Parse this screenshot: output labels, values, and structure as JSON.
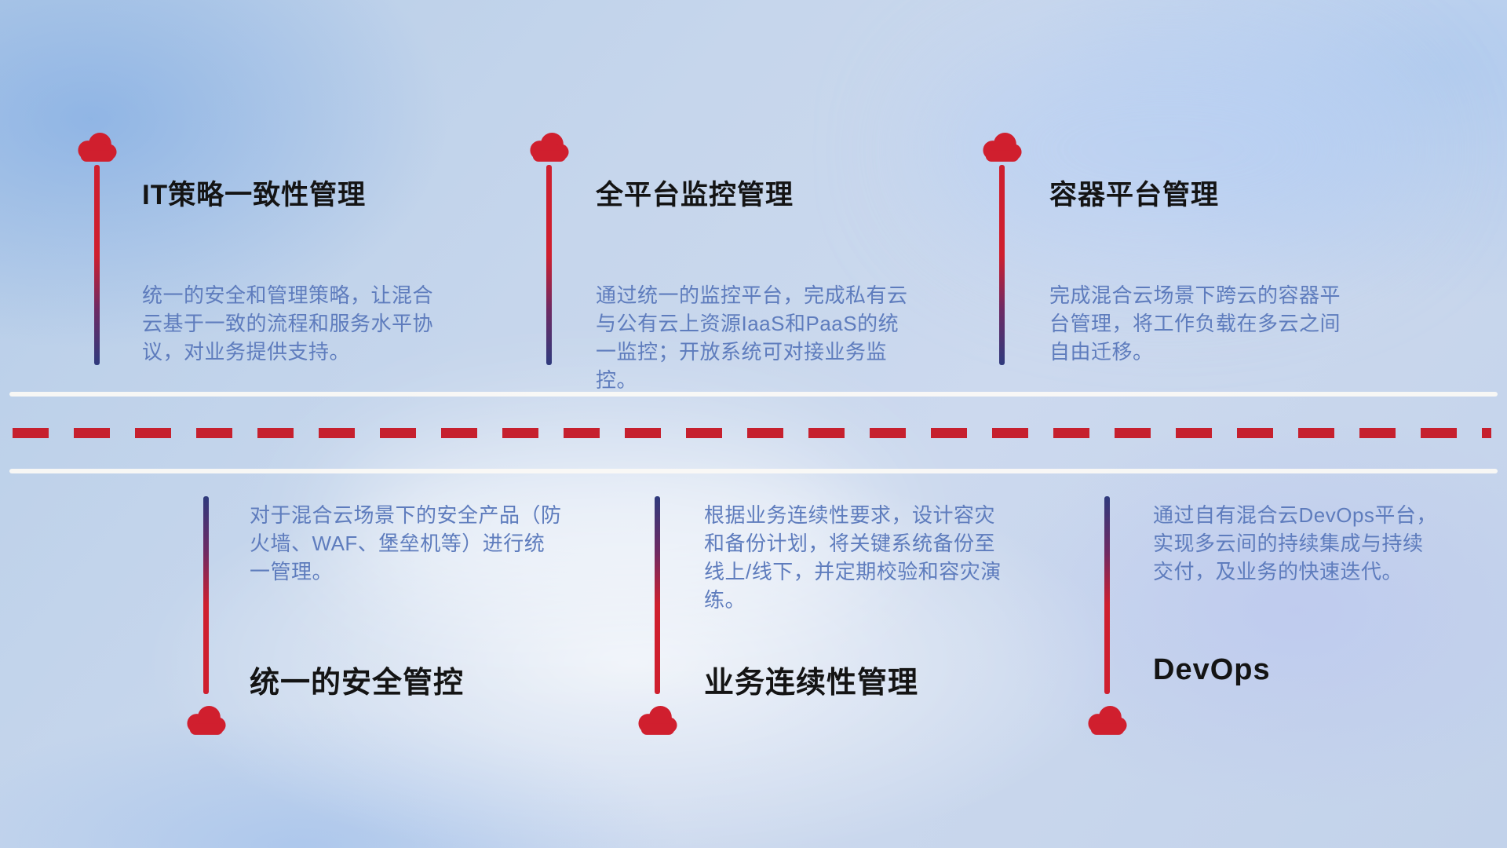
{
  "colors": {
    "cloud_red": "#d01f2e",
    "dash_red": "#c6202e",
    "stem_red": "#cf1f2e",
    "stem_navy": "#2f3a7d",
    "title_text": "#141414",
    "desc_text": "#5e7cbd",
    "road_white": "#faf9f6"
  },
  "top_items": [
    {
      "title": "IT策略一致性管理",
      "desc": "统一的安全和管理策略，让混合云基于一致的流程和服务水平协议，对业务提供支持。"
    },
    {
      "title": "全平台监控管理",
      "desc": "通过统一的监控平台，完成私有云与公有云上资源IaaS和PaaS的统一监控；开放系统可对接业务监控。"
    },
    {
      "title": "容器平台管理",
      "desc": "完成混合云场景下跨云的容器平台管理，将工作负载在多云之间自由迁移。"
    }
  ],
  "bottom_items": [
    {
      "title": "统一的安全管控",
      "desc": "对于混合云场景下的安全产品（防火墙、WAF、堡垒机等）进行统一管理。"
    },
    {
      "title": "业务连续性管理",
      "desc": "根据业务连续性要求，设计容灾和备份计划，将关键系统备份至线上/线下，并定期校验和容灾演练。"
    },
    {
      "title": "DevOps",
      "desc": "通过自有混合云DevOps平台，实现多云间的持续集成与持续交付，及业务的快速迭代。"
    }
  ]
}
